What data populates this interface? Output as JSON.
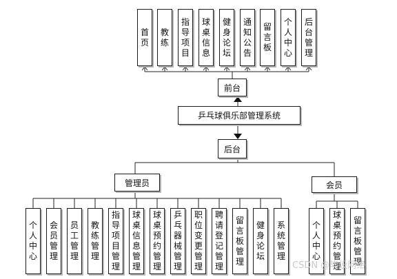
{
  "frontend": {
    "label": "前台",
    "modules": [
      "首页",
      "教练",
      "指导项目",
      "球桌信息",
      "健身论坛",
      "通知公告",
      "留言板",
      "个人中心",
      "后台管理"
    ]
  },
  "system": {
    "label": "乒乓球俱乐部管理系统"
  },
  "backend": {
    "label": "后台"
  },
  "admin": {
    "label": "管理员",
    "modules": [
      "个人中心",
      "会员管理",
      "员工管理",
      "教练管理",
      "指导项目管理",
      "球桌信息管理",
      "球桌预约管理",
      "乒乓器械管理",
      "职位变更管理",
      "聘请登记管理",
      "留言板管理",
      "健身论坛",
      "系统管理"
    ]
  },
  "member": {
    "label": "会员",
    "modules": [
      "个人中心",
      "球桌预约管理",
      "留言板管理"
    ]
  },
  "watermark": "CSDN @毕设网络"
}
